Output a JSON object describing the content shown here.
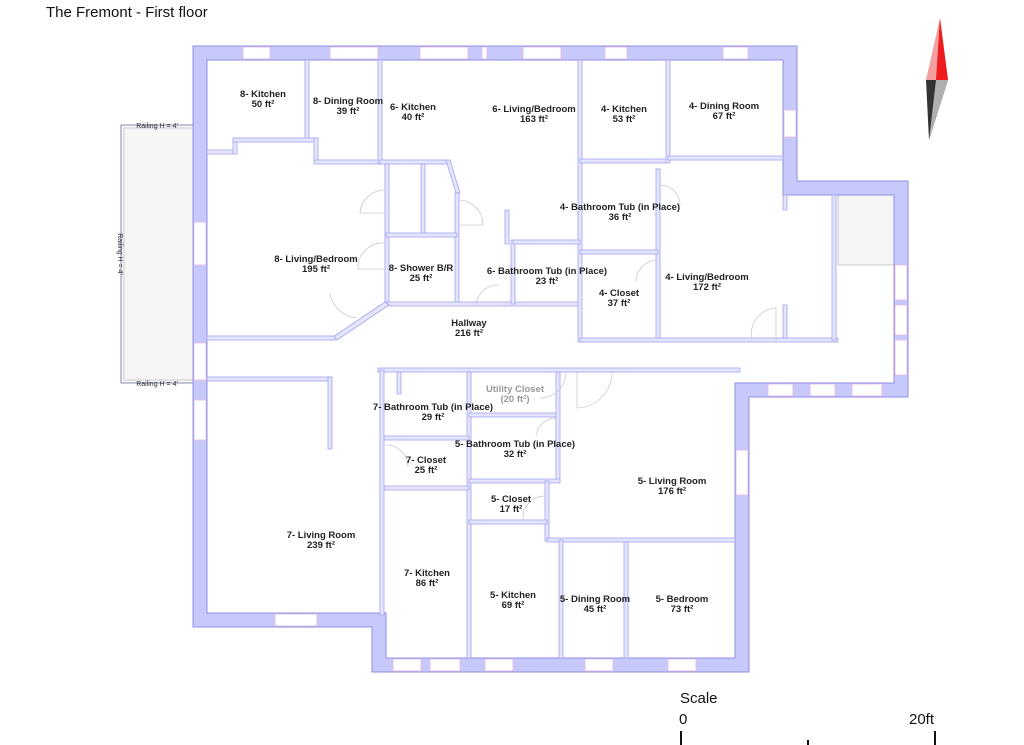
{
  "title": "The Fremont - First floor",
  "colors": {
    "wall": "#c8c9fb",
    "wall_stroke": "#8e90e6",
    "compass_north": "#ee1c1c",
    "compass_south": "#333333"
  },
  "railing": {
    "top": "Railing H = 4'",
    "side": "Railing H = 4'",
    "bottom": "Railing H = 4'"
  },
  "rooms": [
    {
      "name": "8- Kitchen",
      "area": "50 ft²"
    },
    {
      "name": "8- Dining Room",
      "area": "39 ft²"
    },
    {
      "name": "6- Kitchen",
      "area": "40 ft²"
    },
    {
      "name": "6- Living/Bedroom",
      "area": "163 ft²"
    },
    {
      "name": "4- Kitchen",
      "area": "53 ft²"
    },
    {
      "name": "4- Dining Room",
      "area": "67 ft²"
    },
    {
      "name": "4- Bathroom Tub (in Place)",
      "area": "36 ft²"
    },
    {
      "name": "8- Living/Bedroom",
      "area": "195 ft²"
    },
    {
      "name": "8- Shower B/R",
      "area": "25 ft²"
    },
    {
      "name": "6- Bathroom Tub (in Place)",
      "area": "23 ft²"
    },
    {
      "name": "4- Closet",
      "area": "37 ft²"
    },
    {
      "name": "4- Living/Bedroom",
      "area": "172 ft²"
    },
    {
      "name": "Hallway",
      "area": "216 ft²"
    },
    {
      "name": "Utility Closet",
      "area": "(20 ft²)"
    },
    {
      "name": "7- Bathroom Tub (in Place)",
      "area": "29 ft²"
    },
    {
      "name": "5- Bathroom Tub (in Place)",
      "area": "32 ft²"
    },
    {
      "name": "7- Closet",
      "area": "25 ft²"
    },
    {
      "name": "5- Living Room",
      "area": "176 ft²"
    },
    {
      "name": "5- Closet",
      "area": "17 ft²"
    },
    {
      "name": "7- Living Room",
      "area": "239 ft²"
    },
    {
      "name": "7- Kitchen",
      "area": "86 ft²"
    },
    {
      "name": "5- Kitchen",
      "area": "69 ft²"
    },
    {
      "name": "5- Dining Room",
      "area": "45 ft²"
    },
    {
      "name": "5- Bedroom",
      "area": "73 ft²"
    }
  ],
  "scale": {
    "label": "Scale",
    "start": "0",
    "end": "20ft"
  }
}
